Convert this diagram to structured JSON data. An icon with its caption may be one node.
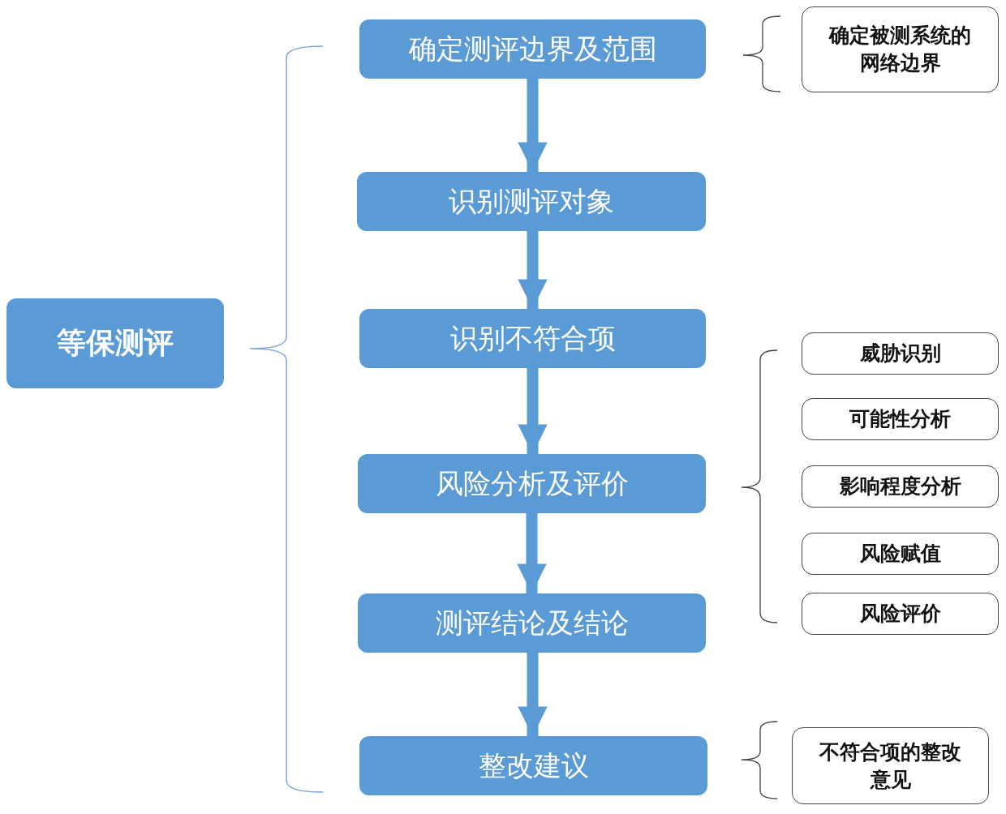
{
  "diagram": {
    "nodes": [
      {
        "text": [
          "等保测评"
        ]
      },
      {
        "text": [
          "确定测评边界及范围"
        ]
      },
      {
        "text": [
          "识别测评对象"
        ]
      },
      {
        "text": [
          "识别不符合项"
        ]
      },
      {
        "text": [
          "风险分析及评价"
        ]
      },
      {
        "text": [
          "测评结论及结论"
        ]
      },
      {
        "text": [
          "整改建议"
        ]
      },
      {
        "text": [
          "确定被测系统的网络边界"
        ]
      },
      {
        "text": [
          "威胁识别"
        ]
      },
      {
        "text": [
          "可能性分析"
        ]
      },
      {
        "text": [
          "影响程度分析"
        ]
      },
      {
        "text": [
          "风险赋值"
        ]
      },
      {
        "text": [
          "风险评价"
        ]
      },
      {
        "text": [
          "不符合项的整改意见"
        ]
      }
    ],
    "edges": [
      {
        "from": 1,
        "to": 2,
        "arrow": "to"
      },
      {
        "from": 2,
        "to": 3,
        "arrow": "to"
      },
      {
        "from": 3,
        "to": 4,
        "arrow": "to"
      },
      {
        "from": 4,
        "to": 5,
        "arrow": "to"
      },
      {
        "from": 5,
        "to": 6,
        "arrow": "to"
      }
    ]
  }
}
